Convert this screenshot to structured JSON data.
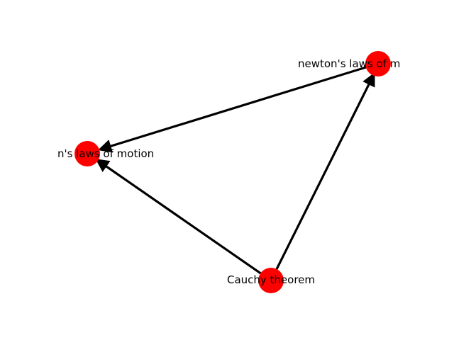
{
  "graph": {
    "node_color": "#ff0000",
    "edge_color": "#000000",
    "background": "#ffffff",
    "nodes": [
      {
        "id": "newton_right",
        "label": "newton's laws of m"
      },
      {
        "id": "newton_left",
        "label": "n's laws of motion"
      },
      {
        "id": "cauchy",
        "label": "Cauchy theorem"
      }
    ],
    "edges": [
      {
        "from": "newton_right",
        "to": "newton_left"
      },
      {
        "from": "cauchy",
        "to": "newton_left"
      },
      {
        "from": "cauchy",
        "to": "newton_right"
      }
    ]
  }
}
